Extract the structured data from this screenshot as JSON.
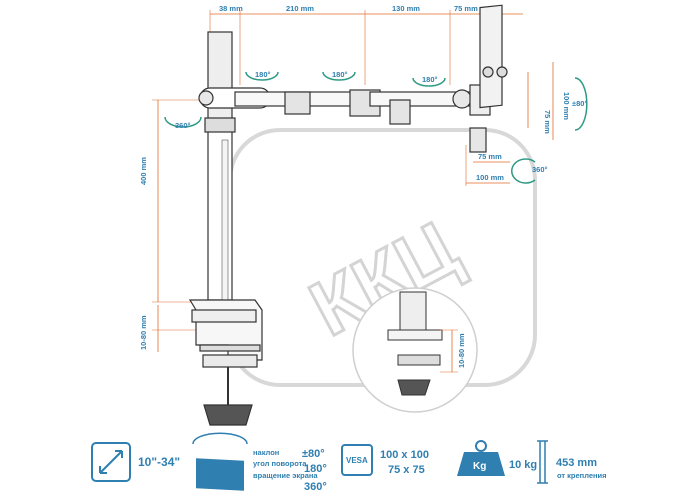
{
  "dimensions": {
    "top": [
      "38 mm",
      "210 mm",
      "130 mm",
      "75 mm"
    ],
    "pole_height": "400 mm",
    "clamp_range": "10-80 mm",
    "vesa_inner_h": "75 mm",
    "vesa_outer_h": "100 mm",
    "vesa_inner_w": "75 mm",
    "vesa_outer_w": "100 mm",
    "tilt_side": "±80°",
    "detail_clamp": "10-80 mm"
  },
  "rotations": {
    "joint1": "180°",
    "joint2": "180°",
    "joint3": "180°",
    "pole": "360°",
    "screen": "360°"
  },
  "watermark": "ККЦ",
  "specs": {
    "screen_size": "10\"-34\"",
    "tilt_label": "наклон",
    "swivel_label": "угол поворота",
    "rotate_label": "вращение экрана",
    "tilt_value": "±80°",
    "swivel_value": "180°",
    "rotate_value": "360°",
    "vesa_badge": "VESA",
    "vesa_value_1": "100 x 100",
    "vesa_value_2": "75 x 75",
    "weight_badge": "Kg",
    "weight_value": "10 kg",
    "height_value": "453 mm",
    "height_note": "от крепления"
  },
  "colors": {
    "accent": "#2f7fb0",
    "dimension_line": "#e36a2a",
    "outline": "#333333"
  }
}
